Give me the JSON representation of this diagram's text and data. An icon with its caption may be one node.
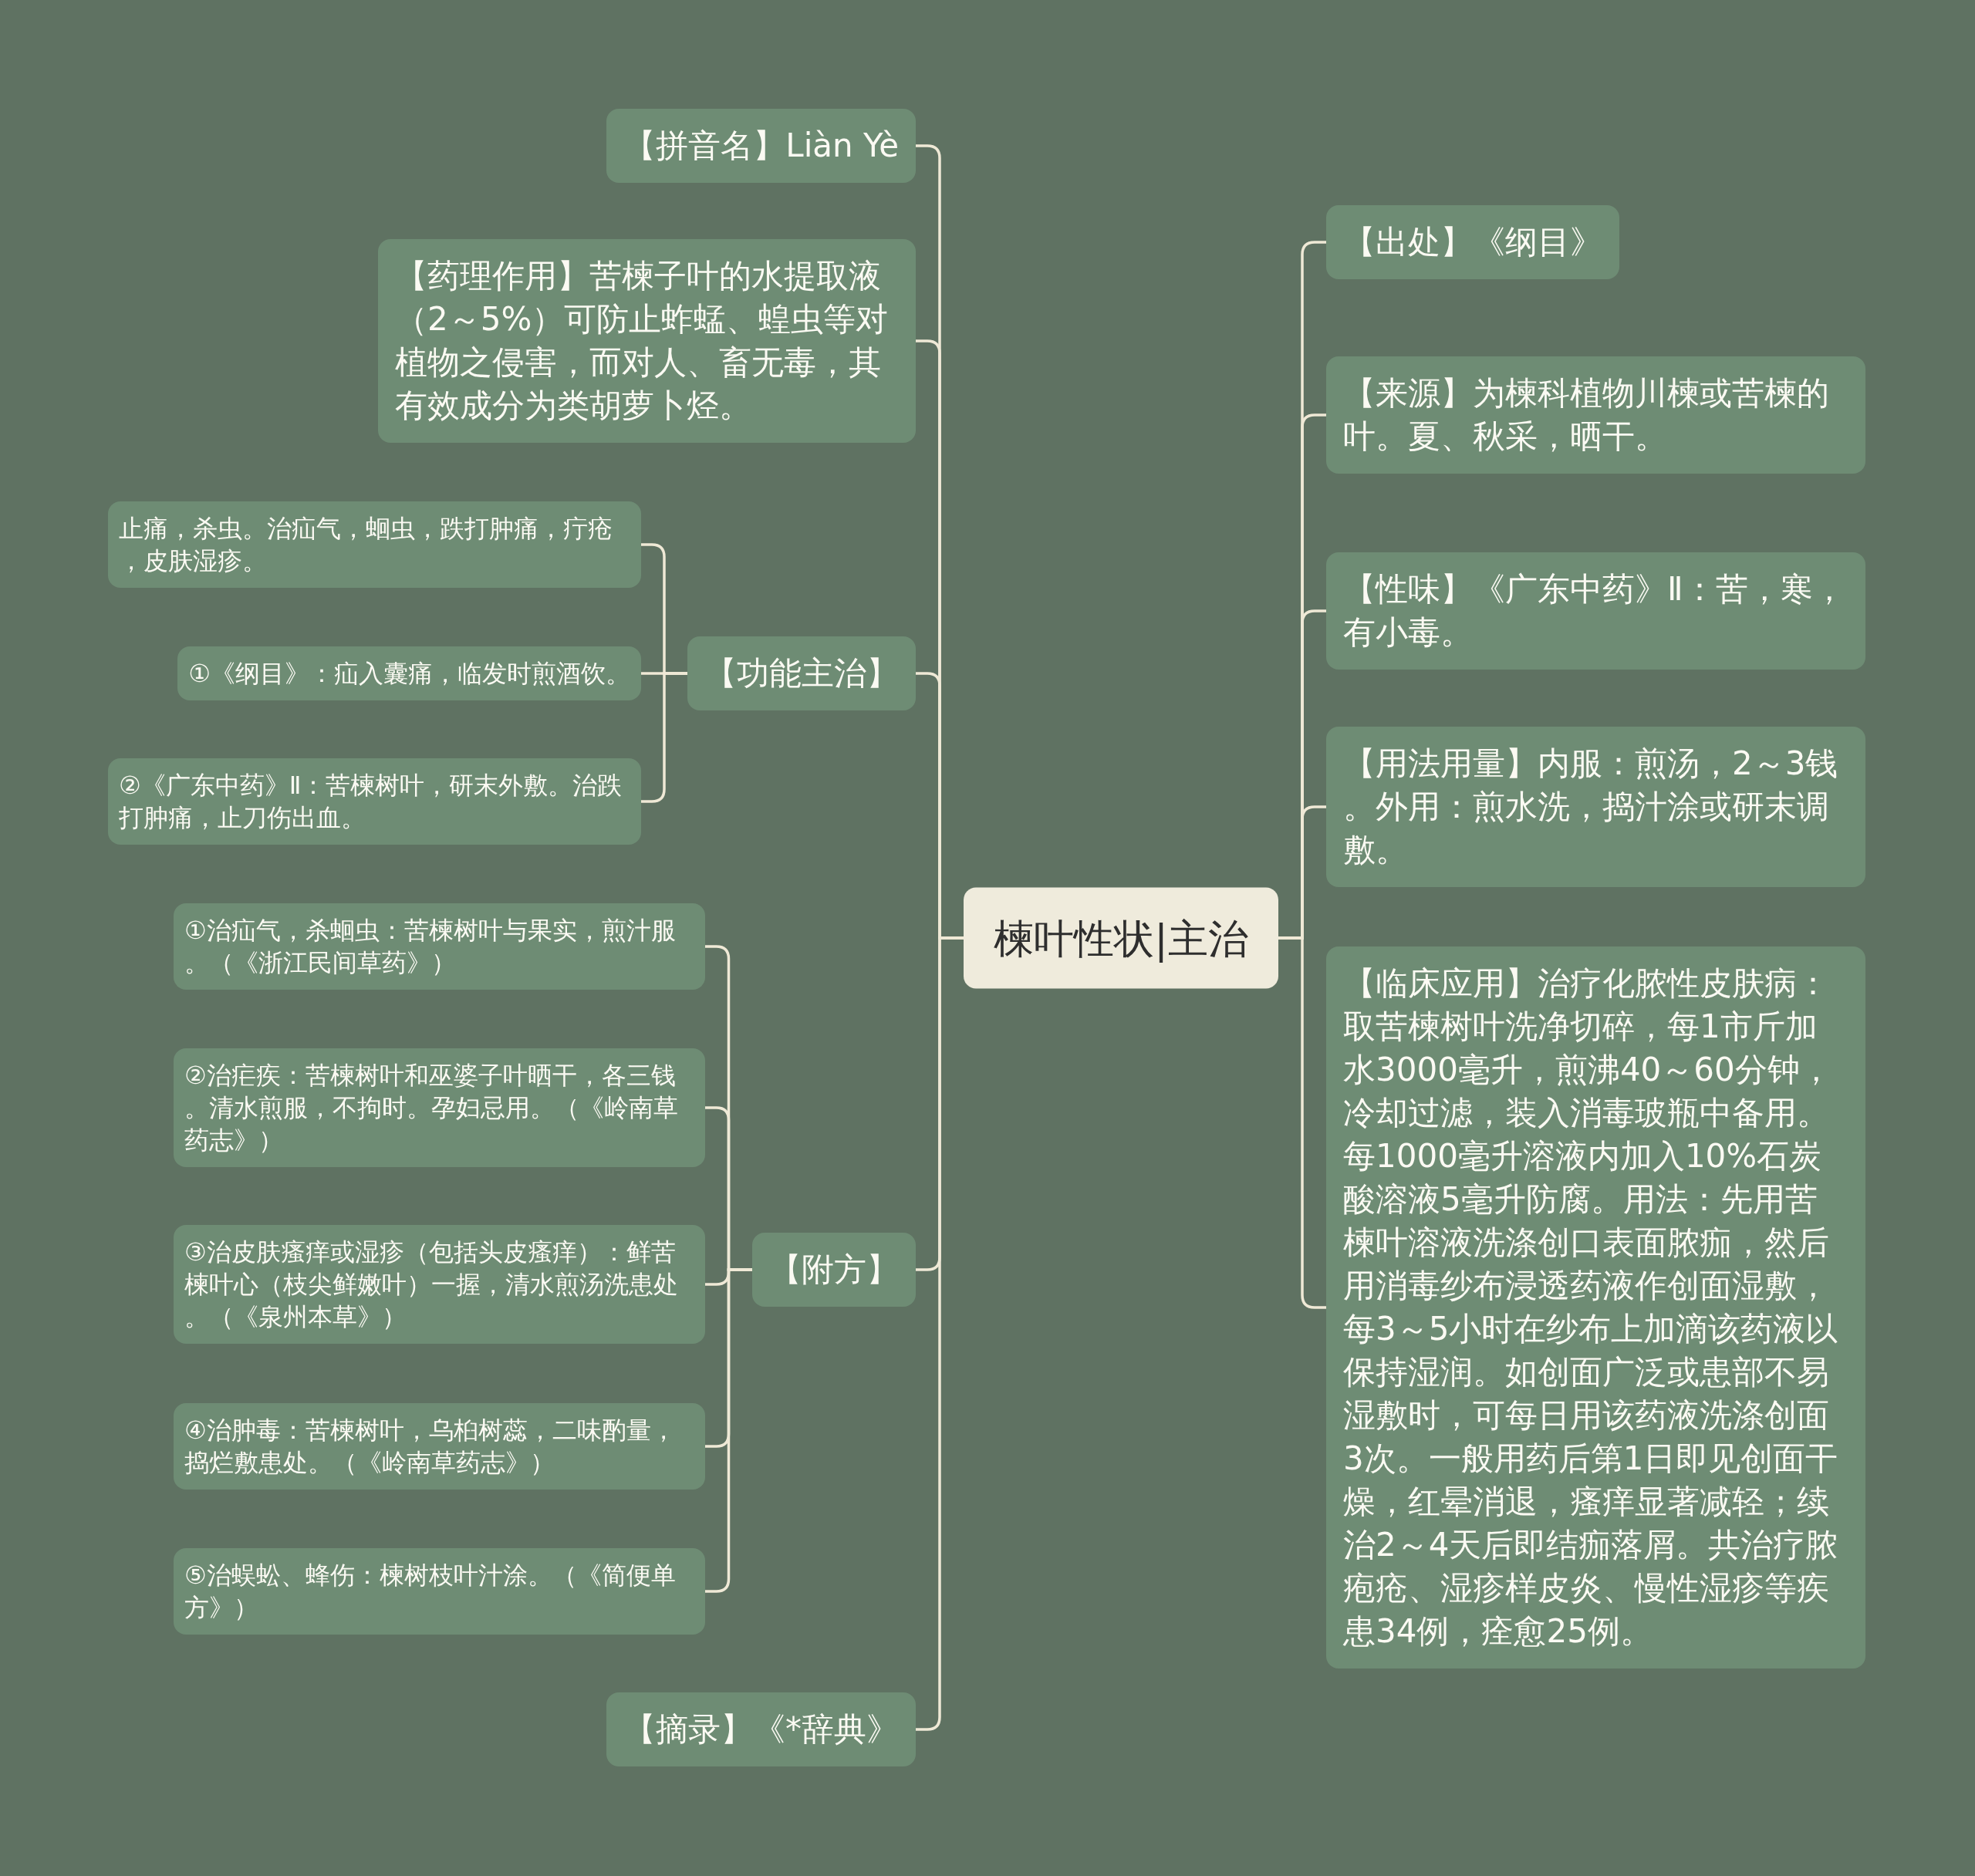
{
  "diagram": {
    "nodes": [
      {
        "text": [
          "楝叶性状|主治"
        ]
      },
      {
        "text": [
          "【拼音名】Liàn Yè"
        ]
      },
      {
        "text": [
          "【药理作用】苦楝子叶的水提取液（2～5%）可防止蚱蜢、蝗虫等对植物之侵害，而对人、畜无毒，其有效成分为类胡萝卜烃。"
        ]
      },
      {
        "text": [
          "【功能主治】"
        ]
      },
      {
        "text": [
          "止痛，杀虫。治疝气，蛔虫，跌打肿痛，疔疮，皮肤湿疹。"
        ]
      },
      {
        "text": [
          "①《纲目》：疝入囊痛，临发时煎酒饮。"
        ]
      },
      {
        "text": [
          "②《广东中药》Ⅱ：苦楝树叶，研末外敷。治跌打肿痛，止刀伤出血。"
        ]
      },
      {
        "text": [
          "【附方】"
        ]
      },
      {
        "text": [
          "①治疝气，杀蛔虫：苦楝树叶与果实，煎汁服。（《浙江民间草药》）"
        ]
      },
      {
        "text": [
          "②治疟疾：苦楝树叶和巫婆子叶晒干，各三钱。清水煎服，不拘时。孕妇忌用。（《岭南草药志》）"
        ]
      },
      {
        "text": [
          "③治皮肤瘙痒或湿疹（包括头皮瘙痒）：鲜苦楝叶心（枝尖鲜嫩叶）一握，清水煎汤洗患处。（《泉州本草》）"
        ]
      },
      {
        "text": [
          "④治肿毒：苦楝树叶，乌桕树蕊，二味酌量，捣烂敷患处。（《岭南草药志》）"
        ]
      },
      {
        "text": [
          "⑤治蜈蚣、蜂伤：楝树枝叶汁涂。（《简便单方》）"
        ]
      },
      {
        "text": [
          "【摘录】《*辞典》"
        ]
      },
      {
        "text": [
          "【出处】《纲目》"
        ]
      },
      {
        "text": [
          "【来源】为楝科植物川楝或苦楝的叶。夏、秋采，晒干。"
        ]
      },
      {
        "text": [
          "【性味】《广东中药》Ⅱ：苦，寒，有小毒。"
        ]
      },
      {
        "text": [
          "【用法用量】内服：煎汤，2～3钱。外用：煎水洗，捣汁涂或研末调敷。"
        ]
      },
      {
        "text": [
          "【临床应用】治疗化脓性皮肤病：取苦楝树叶洗净切碎，每1市斤加水3000毫升，煎沸40～60分钟，冷却过滤，装入消毒玻瓶中备用。每1000毫升溶液内加入10%石炭酸溶液5毫升防腐。用法：先用苦楝叶溶液洗涤创口表面脓痂，然后用消毒纱布浸透药液作创面湿敷，每3～5小时在纱布上加滴该药液以保持湿润。如创面广泛或患部不易湿敷时，可每日用该药液洗涤创面3次。一般用药后第1日即见创面干燥，红晕消退，瘙痒显著减轻；续治2～4天后即结痂落屑。共治疗脓疱疮、湿疹样皮炎、慢性湿疹等疾患34例，痊愈25例。"
        ]
      }
    ],
    "edges": [
      {
        "from": 0,
        "to": 1,
        "arrow": "none"
      },
      {
        "from": 0,
        "to": 2,
        "arrow": "none"
      },
      {
        "from": 0,
        "to": 3,
        "arrow": "none"
      },
      {
        "from": 3,
        "to": 4,
        "arrow": "none"
      },
      {
        "from": 3,
        "to": 5,
        "arrow": "none"
      },
      {
        "from": 3,
        "to": 6,
        "arrow": "none"
      },
      {
        "from": 0,
        "to": 7,
        "arrow": "none"
      },
      {
        "from": 7,
        "to": 8,
        "arrow": "none"
      },
      {
        "from": 7,
        "to": 9,
        "arrow": "none"
      },
      {
        "from": 7,
        "to": 10,
        "arrow": "none"
      },
      {
        "from": 7,
        "to": 11,
        "arrow": "none"
      },
      {
        "from": 7,
        "to": 12,
        "arrow": "none"
      },
      {
        "from": 0,
        "to": 13,
        "arrow": "none"
      },
      {
        "from": 0,
        "to": 14,
        "arrow": "none"
      },
      {
        "from": 0,
        "to": 15,
        "arrow": "none"
      },
      {
        "from": 0,
        "to": 16,
        "arrow": "none"
      },
      {
        "from": 0,
        "to": 17,
        "arrow": "none"
      },
      {
        "from": 0,
        "to": 18,
        "arrow": "none"
      }
    ]
  }
}
